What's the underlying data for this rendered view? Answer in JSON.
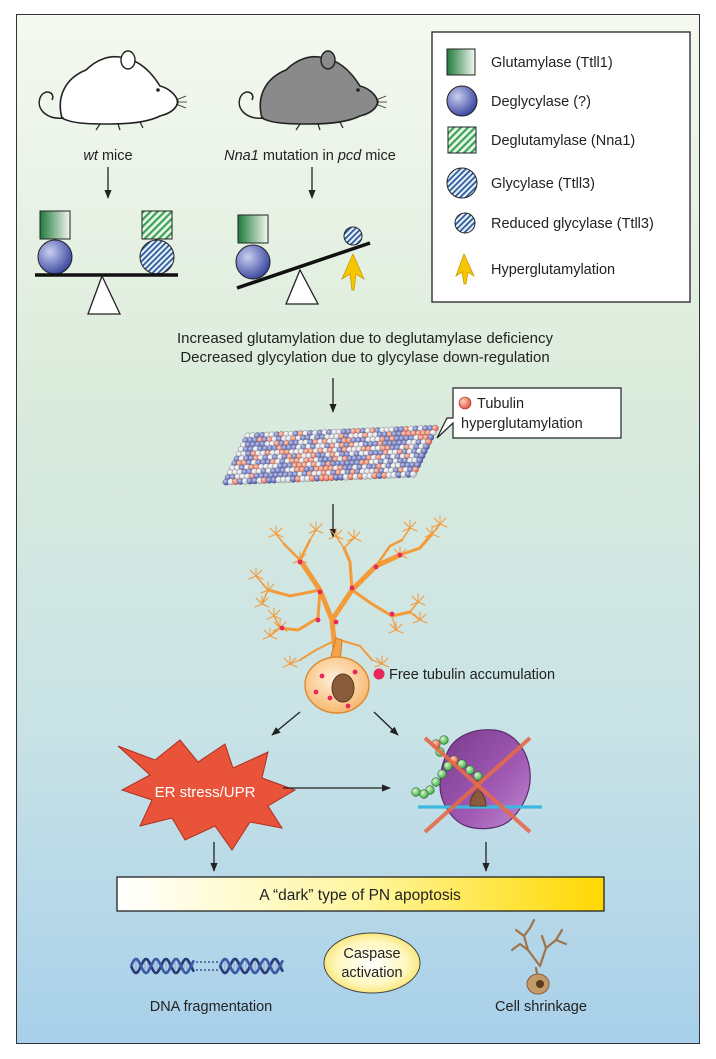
{
  "legend": {
    "items": [
      {
        "label": "Glutamylase (Ttll1)",
        "icon": "green-square"
      },
      {
        "label": "Deglycylase (?)",
        "icon": "blue-circle"
      },
      {
        "label": "Deglutamylase (Nna1)",
        "icon": "green-hatched-square"
      },
      {
        "label": "Glycylase (Ttll3)",
        "icon": "blue-hatched-circle"
      },
      {
        "label": "Reduced glycylase (Ttll3)",
        "icon": "small-blue-hatched-circle"
      },
      {
        "label": "Hyperglutamylation",
        "icon": "yellow-arrow"
      }
    ]
  },
  "mice": {
    "wt_italic": "wt",
    "wt_rest": " mice",
    "mutant_italic1": "Nna1",
    "mutant_mid": " mutation in ",
    "mutant_italic2": "pcd",
    "mutant_rest": " mice"
  },
  "summary": {
    "line1": "Increased glutamylation due to deglutamylase deficiency",
    "line2": "Decreased glycylation due to glycylase down-regulation"
  },
  "callout": {
    "line1": "Tubulin",
    "line2": "hyperglutamylation"
  },
  "free_tubulin": "Free tubulin accumulation",
  "er_stress": "ER stress/UPR",
  "apoptosis_bar": "A “dark” type of PN apoptosis",
  "outcomes": {
    "dna": "DNA fragmentation",
    "caspase_line1": "Caspase",
    "caspase_line2": "activation",
    "shrinkage": "Cell shrinkage"
  },
  "colors": {
    "glutamylase_green": "#2e8b4a",
    "deglycylase_blue": "#3a46a0",
    "hyperglu_yellow": "#f7c600",
    "neuron_orange": "#f5a34a",
    "er_red": "#e8533a",
    "ribosome_purple": "#8a4a9c",
    "cross_red": "#e66a4a",
    "er_line_cyan": "#3cb8e0"
  }
}
